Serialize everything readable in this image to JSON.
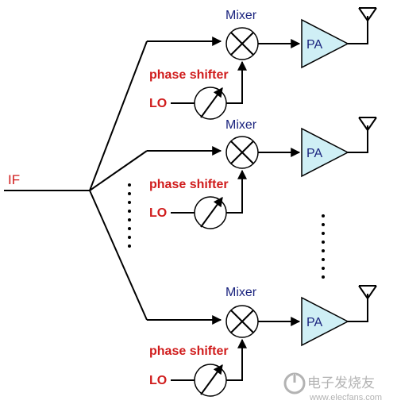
{
  "input_label": "IF",
  "mixer_label": "Mixer",
  "phase_shifter_label": "phase shifter",
  "lo_label": "LO",
  "pa_label": "PA",
  "watermark": {
    "cn": "电子发烧友",
    "url": "www.elecfans.com"
  },
  "colors": {
    "blue_label": "#1a237e",
    "red_label": "#d01c1c",
    "pa_fill": "#cfeff5"
  }
}
